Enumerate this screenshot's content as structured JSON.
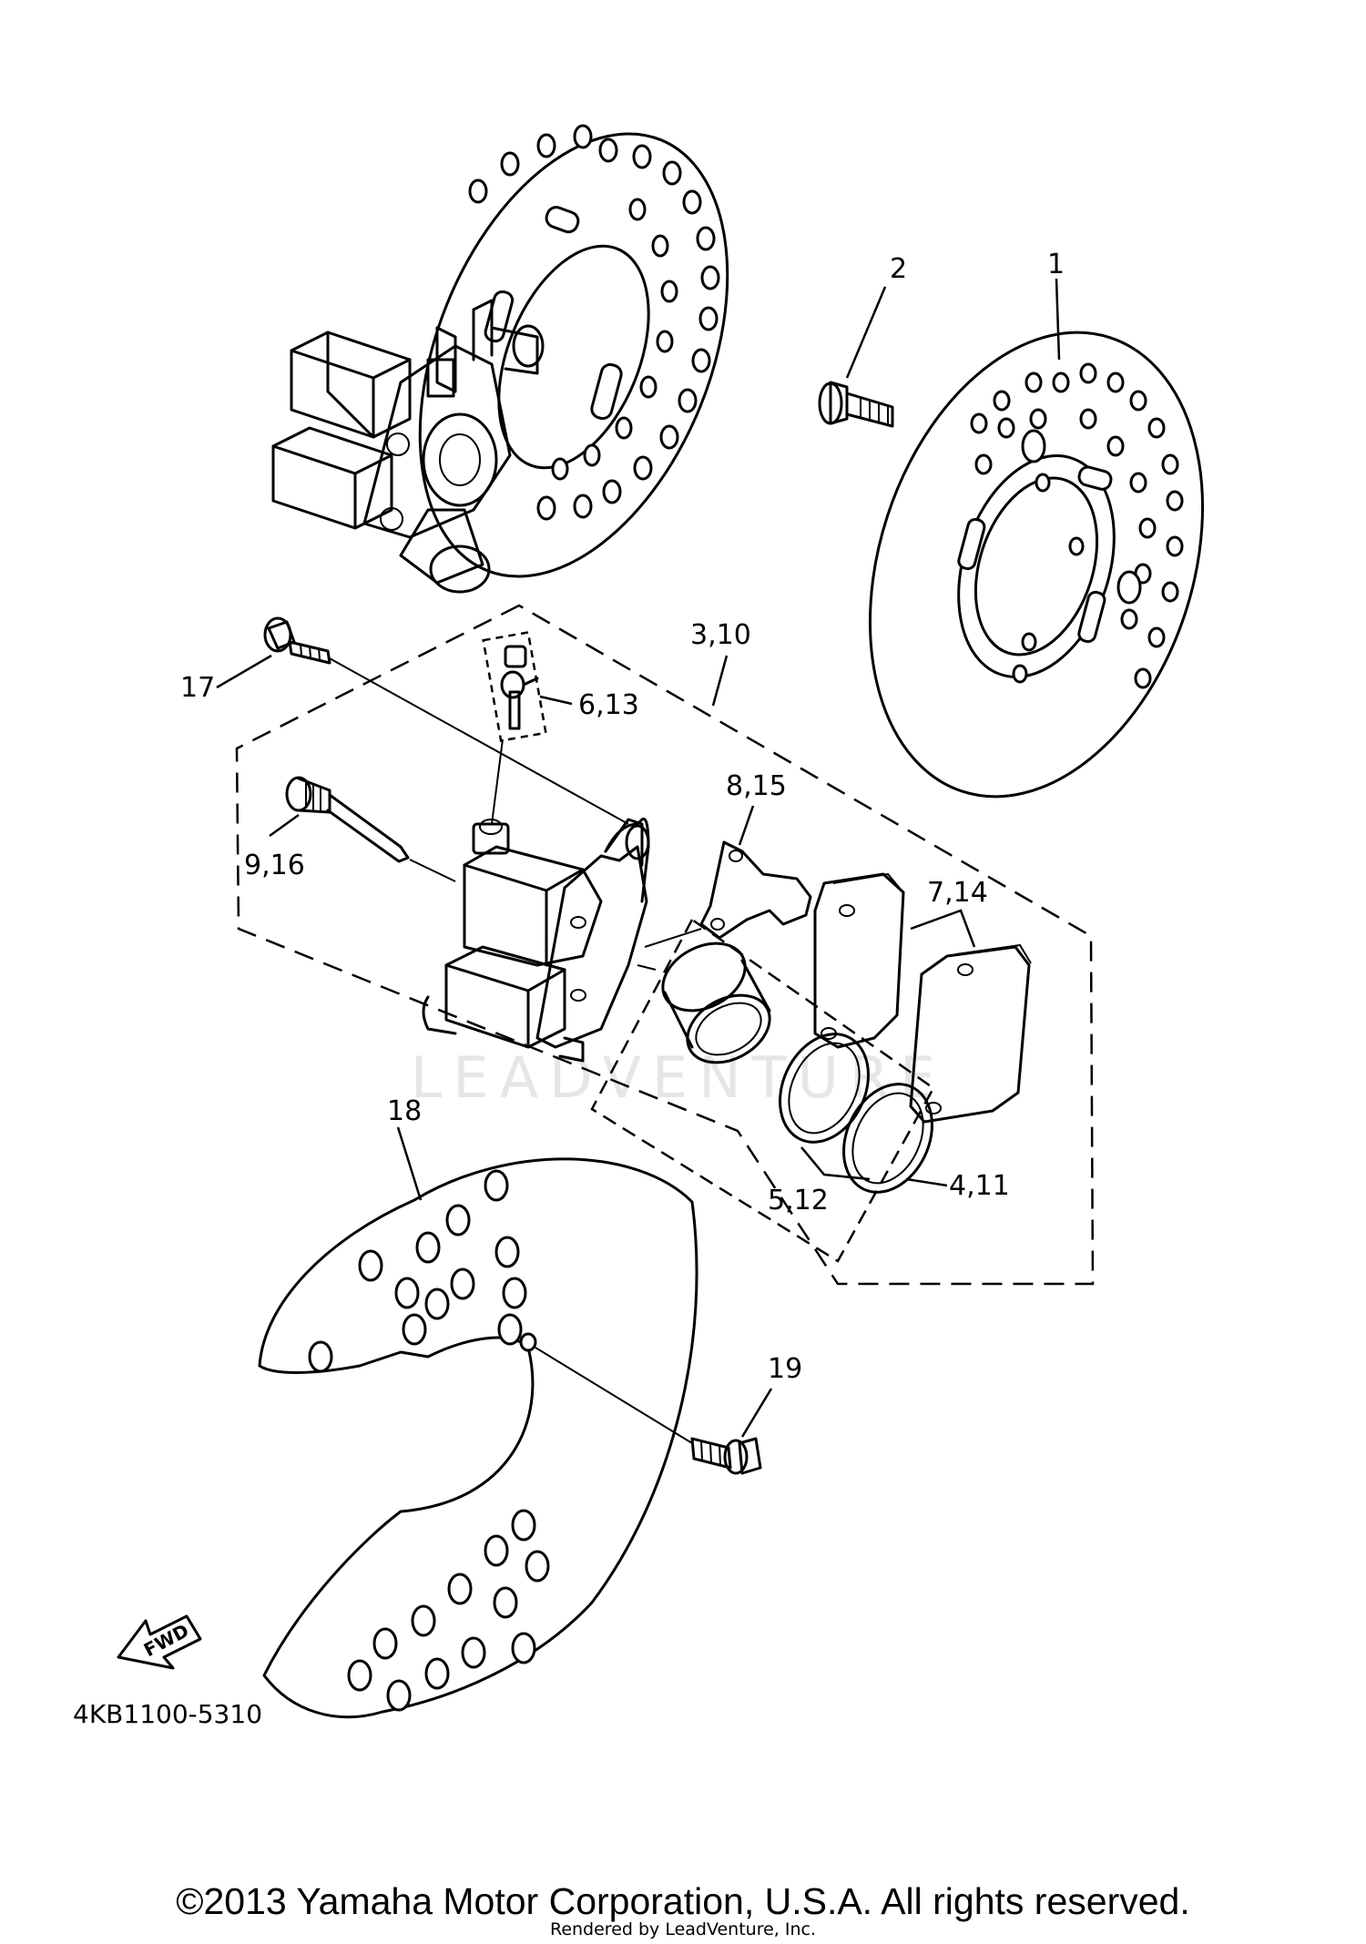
{
  "labels": {
    "p1": "1",
    "p2": "2",
    "p3_10": "3,10",
    "p4_11": "4,11",
    "p5_12": "5,12",
    "p6_13": "6,13",
    "p7_14": "7,14",
    "p8_15": "8,15",
    "p9_16": "9,16",
    "p17": "17",
    "p18": "18",
    "p19": "19"
  },
  "fwd_label": "FWD",
  "diagram_code": "4KB1100-5310",
  "watermark": "LEADVENTURE",
  "copyright": "©2013 Yamaha Motor Corporation, U.S.A. All rights reserved.",
  "rendered_by": "Rendered by LeadVenture, Inc."
}
